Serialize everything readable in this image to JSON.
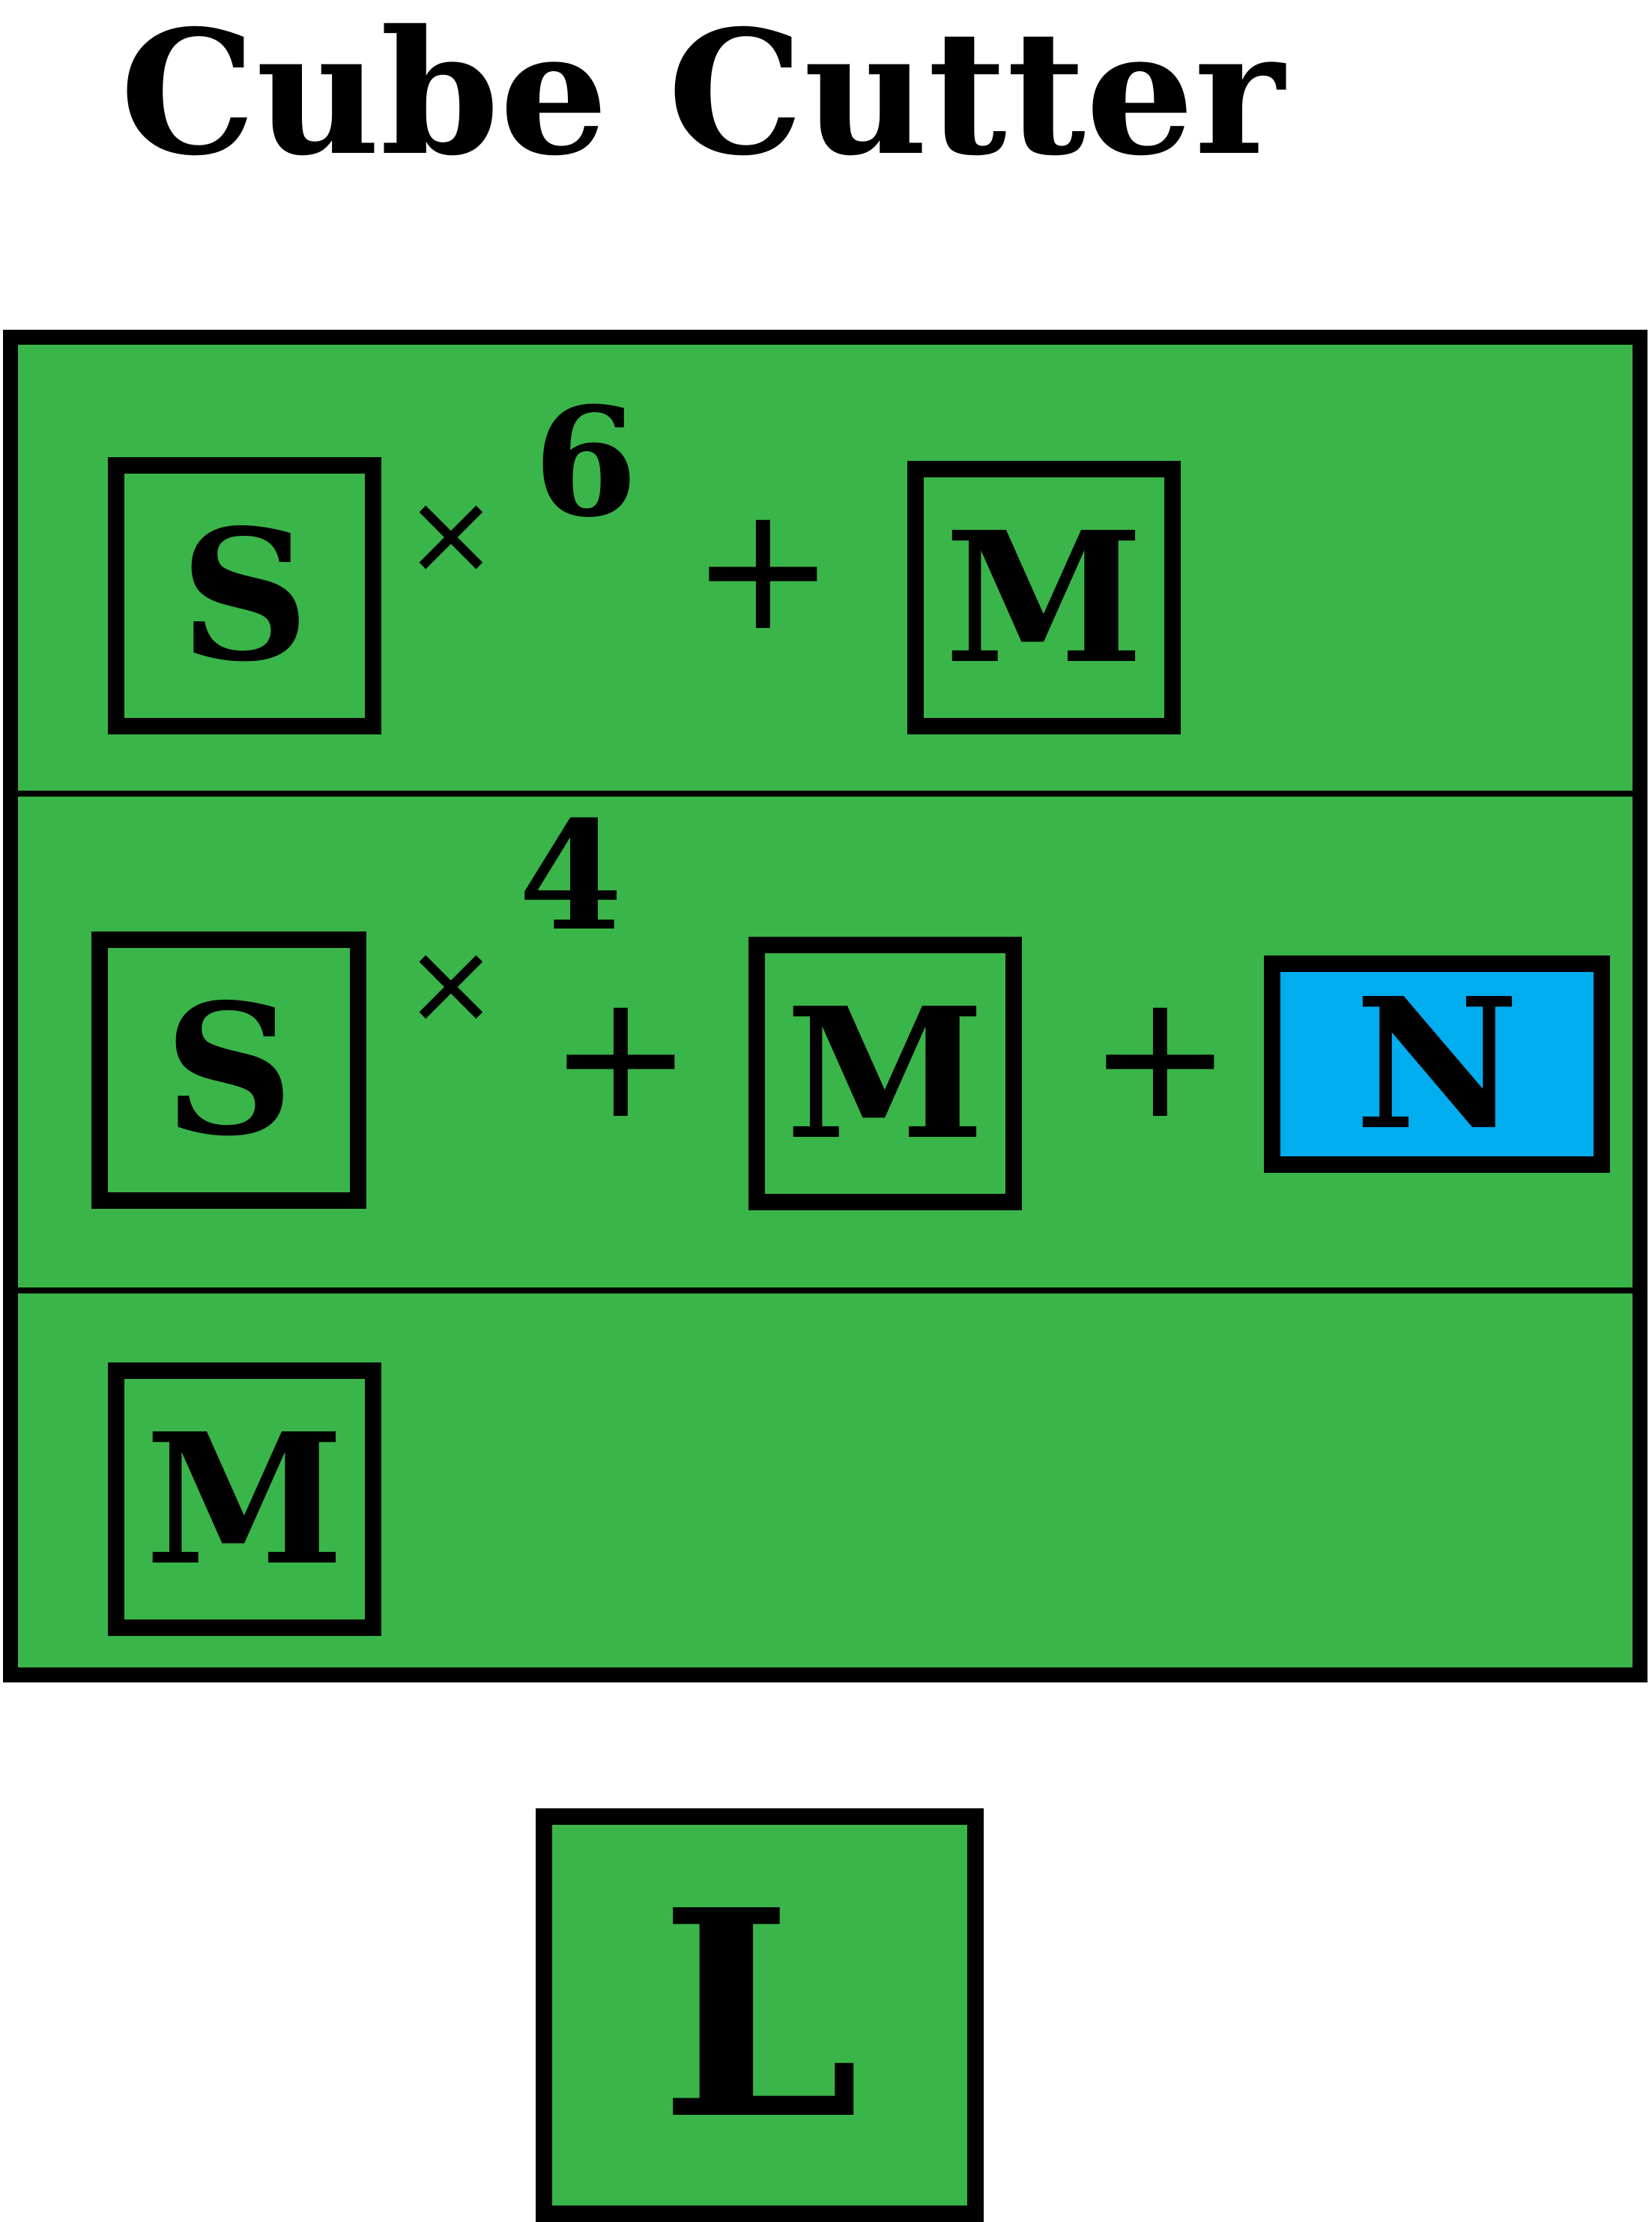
{
  "title": "Cube Cutter",
  "colors": {
    "panel_green": "#3ab54a",
    "highlight_blue": "#00aeef",
    "outline": "#000000"
  },
  "rows": [
    {
      "terms": [
        {
          "letter": "S",
          "multiplier_sign": "×",
          "exponent": "6"
        },
        {
          "operator": "+"
        },
        {
          "letter": "M"
        }
      ]
    },
    {
      "terms": [
        {
          "letter": "S",
          "multiplier_sign": "×",
          "exponent": "4"
        },
        {
          "operator": "+"
        },
        {
          "letter": "M"
        },
        {
          "operator": "+"
        },
        {
          "letter": "N",
          "highlighted": true
        }
      ]
    },
    {
      "terms": [
        {
          "letter": "M"
        }
      ]
    }
  ],
  "result": {
    "letter": "L"
  }
}
